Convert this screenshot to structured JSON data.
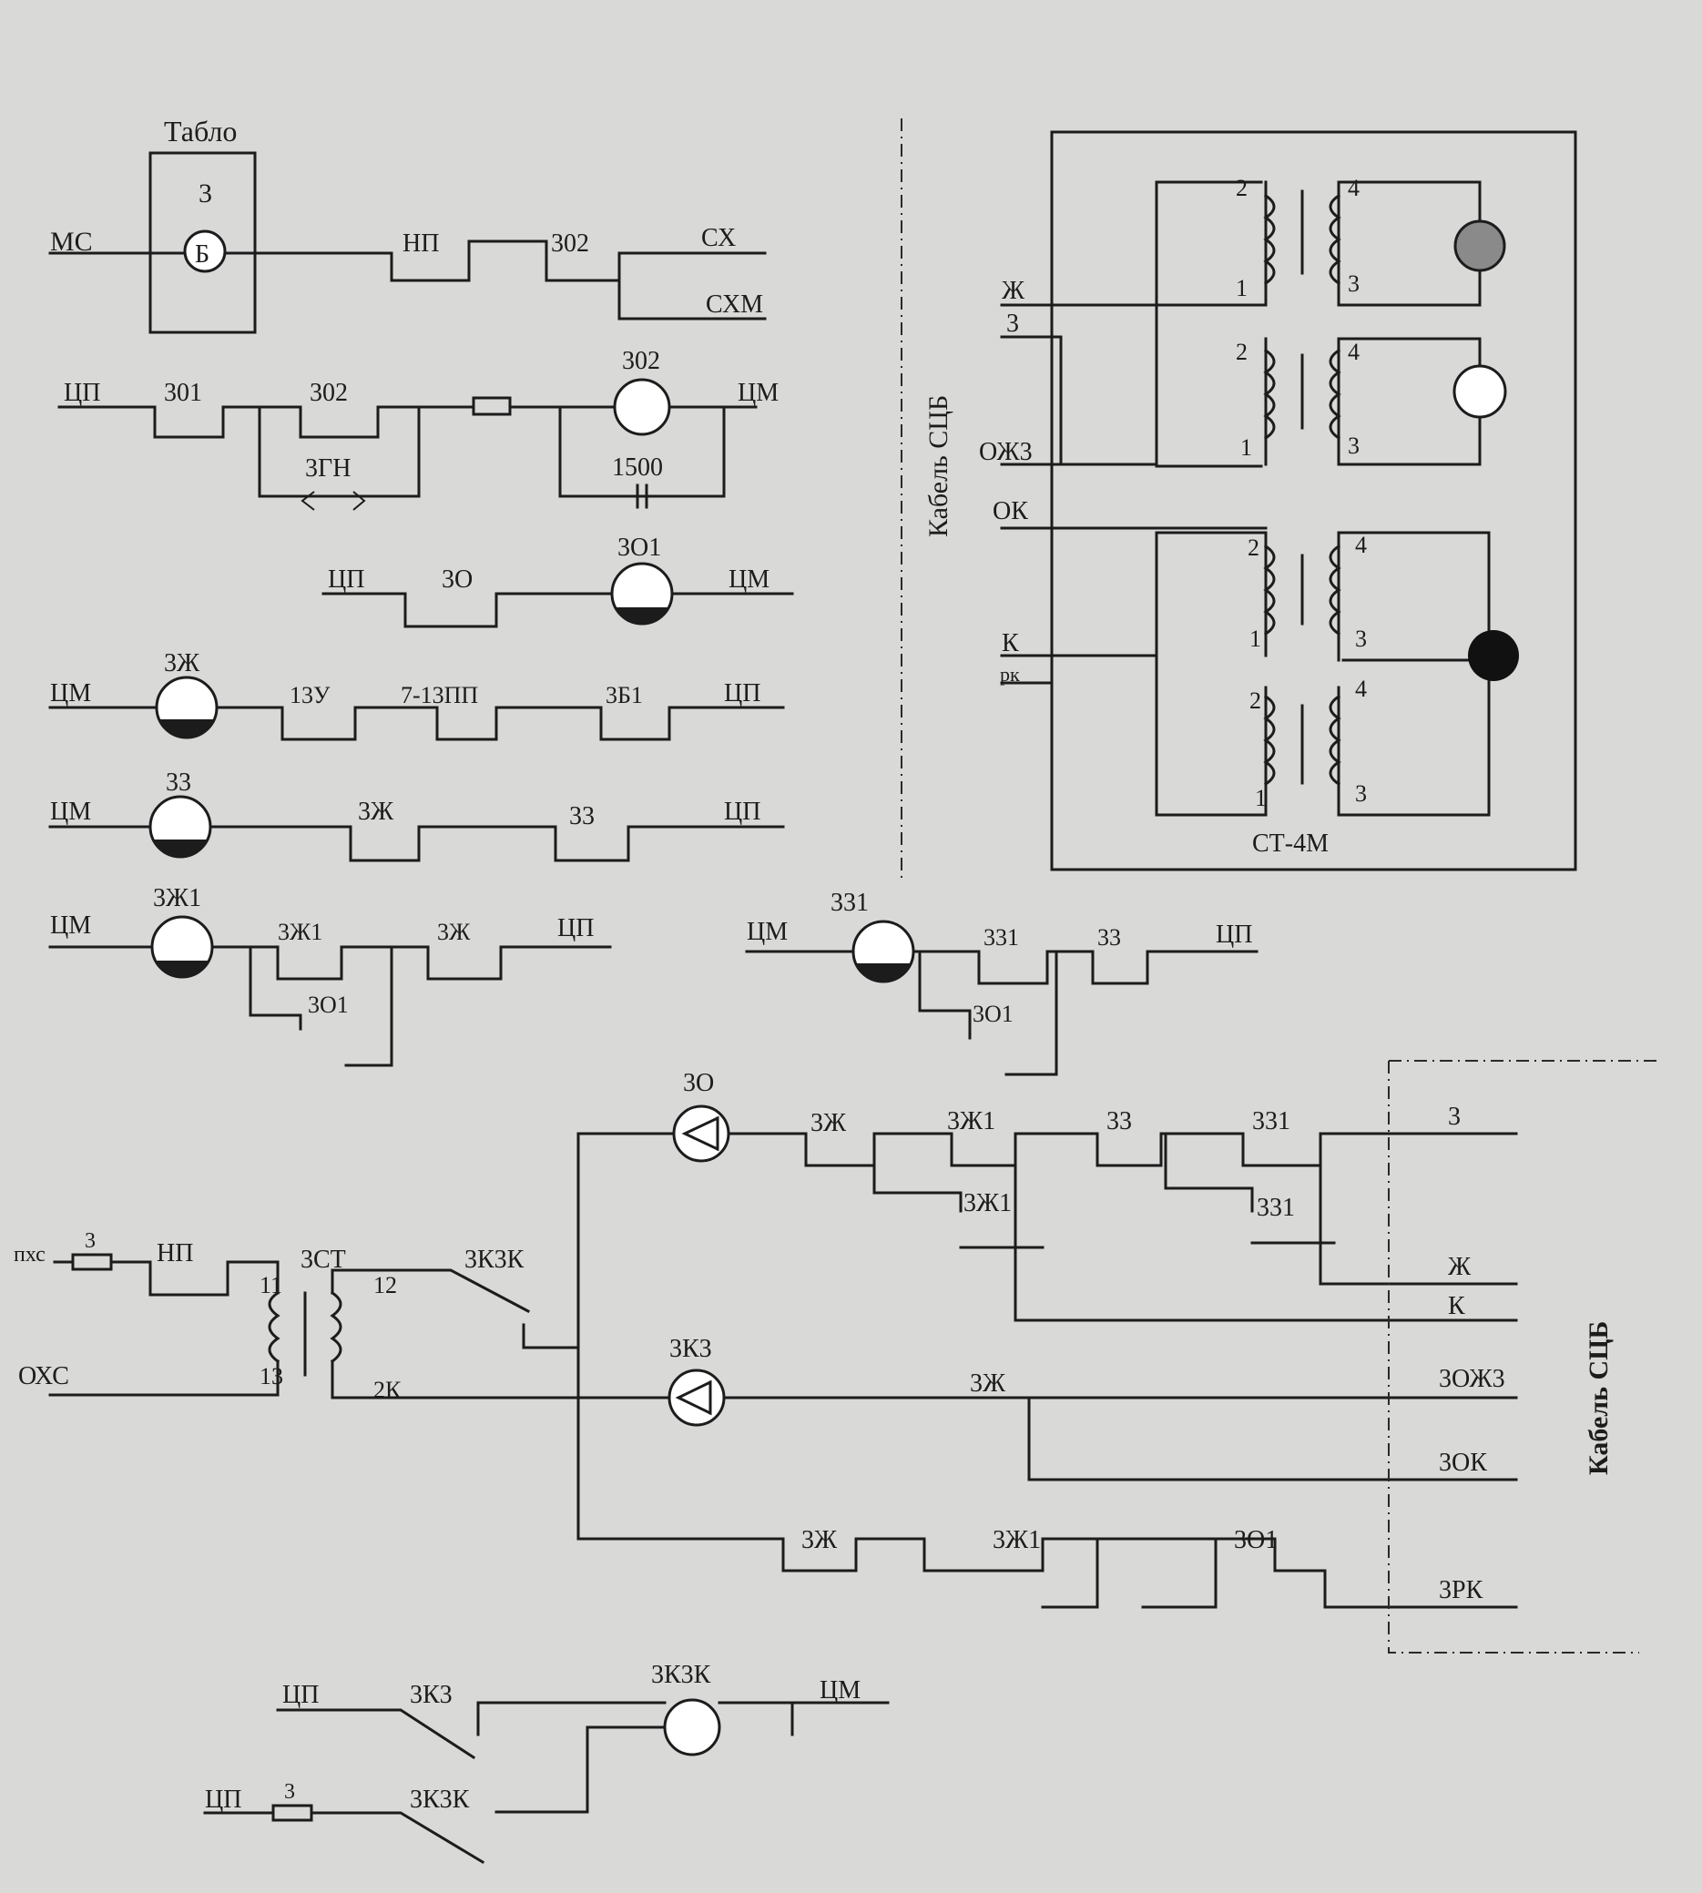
{
  "colors": {
    "paper": "#d9d9d7",
    "ink": "#1c1c1c"
  },
  "tablo": {
    "title": "Табло",
    "lamp_number": "3",
    "lamp_letter": "Б",
    "input": "МС",
    "contacts": [
      "НП",
      "302"
    ],
    "outputs": [
      "СХ",
      "СХМ"
    ]
  },
  "row302": {
    "left": "ЦП",
    "contacts": [
      "301",
      "302"
    ],
    "branch": "3ГН",
    "lamp": "302",
    "capacitor": "1500",
    "right": "ЦМ"
  },
  "row3o1": {
    "left": "ЦП",
    "contact": "3О",
    "lamp": "3О1",
    "right": "ЦМ"
  },
  "row3zh": {
    "left": "ЦМ",
    "lamp": "3Ж",
    "contacts": [
      "13У",
      "7-13ПП",
      "3Б1"
    ],
    "right": "ЦП"
  },
  "row33": {
    "left": "ЦМ",
    "lamp": "33",
    "contacts": [
      "3Ж",
      "33"
    ],
    "right": "ЦП"
  },
  "row3zh1": {
    "left": "ЦМ",
    "lamp": "3Ж1",
    "contacts": [
      "3Ж1",
      "3О1",
      "3Ж"
    ],
    "right": "ЦП"
  },
  "row331": {
    "left": "ЦМ",
    "lamp": "331",
    "contacts": [
      "331",
      "3О1",
      "33"
    ],
    "right": "ЦП"
  },
  "panel": {
    "cable": "Кабель СЦБ",
    "device": "СТ-4М",
    "inputs": [
      "Ж",
      "3",
      "ОЖ3",
      "ОК",
      "К",
      "рк"
    ],
    "windings": [
      "1",
      "2",
      "3",
      "4"
    ]
  },
  "lower": {
    "inputs": [
      "пхс",
      "ОХС"
    ],
    "fuse": "3",
    "np": "НП",
    "transformer": "3СТ",
    "terminals": [
      "11",
      "12",
      "13",
      "2К"
    ],
    "kzk": "3К3К",
    "diode1": "3О",
    "diode2": "3К3",
    "row1": [
      "3Ж",
      "3Ж1",
      "33",
      "331"
    ],
    "row1b": [
      "3Ж1",
      "331"
    ],
    "row2": [
      "3Ж"
    ],
    "row3": [
      "3Ж",
      "3Ж1",
      "3О1"
    ],
    "outputs": [
      "3",
      "Ж",
      "К",
      "3ОЖ3",
      "3ОК",
      "3РК"
    ],
    "cable": "Кабель СЦБ"
  },
  "bottom": {
    "left1": "ЦП",
    "contact1": "3К3",
    "lamp": "3К3К",
    "right": "ЦМ",
    "left2": "ЦП",
    "fuse": "3",
    "contact2": "3К3К"
  }
}
